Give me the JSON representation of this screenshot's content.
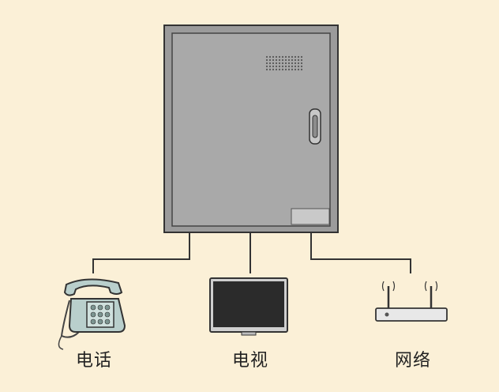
{
  "devices": [
    {
      "id": "phone",
      "label": "电话",
      "icon": "telephone-icon"
    },
    {
      "id": "tv",
      "label": "电视",
      "icon": "tv-monitor-icon"
    },
    {
      "id": "network",
      "label": "网络",
      "icon": "router-icon"
    }
  ],
  "colors": {
    "background": "#fbf0d7",
    "cabinet_door": "#a8a8a8",
    "cabinet_frame": "#8e8e8e",
    "outline": "#333333"
  }
}
